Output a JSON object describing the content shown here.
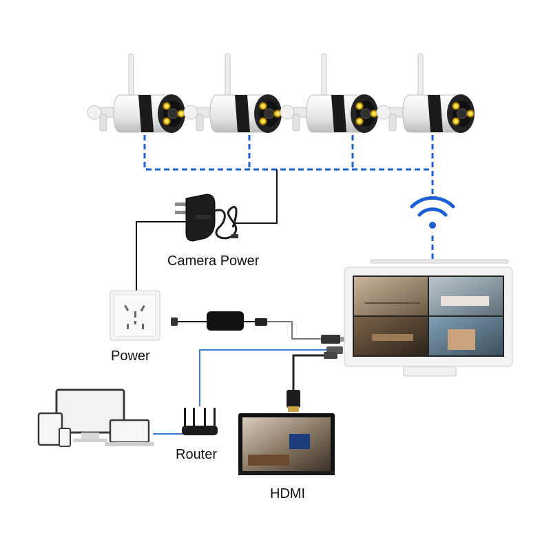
{
  "labels": {
    "camera_power": "Camera Power",
    "power": "Power",
    "router": "Router",
    "hdmi": "HDMI"
  },
  "colors": {
    "wireless_link": "#1a5fd6",
    "power_cable": "#111111",
    "network_cable": "#3a7fd4",
    "camera_light": "#ffd21a",
    "camera_body": "#f2f2f2"
  },
  "icons": {
    "cameras": "bullet-camera-icon",
    "adapter": "power-adapter-icon",
    "socket": "wall-socket-icon",
    "wifi": "wifi-icon",
    "nvr": "nvr-monitor-icon",
    "router": "router-icon",
    "tv": "tv-monitor-icon",
    "clients": "client-devices-icon"
  }
}
